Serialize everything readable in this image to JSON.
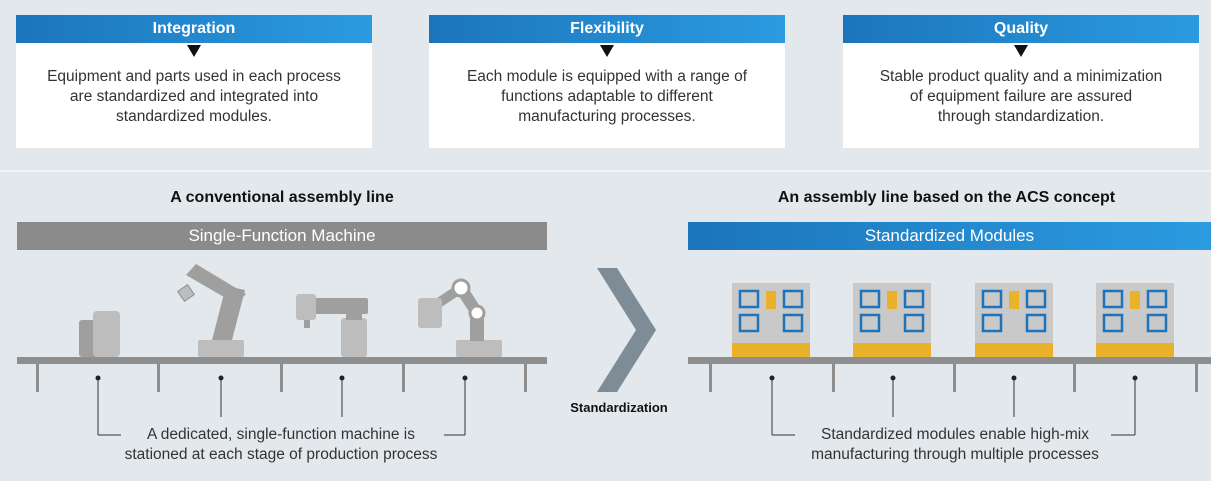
{
  "cards": [
    {
      "title": "Integration",
      "text_lines": [
        "Equipment and parts used in each process",
        "are standardized and integrated into",
        "standardized modules."
      ]
    },
    {
      "title": "Flexibility",
      "text_lines": [
        "Each module is equipped with a range of",
        "functions adaptable to different",
        "manufacturing processes."
      ]
    },
    {
      "title": "Quality",
      "text_lines": [
        "Stable product quality and a minimization",
        "of equipment failure are assured",
        "through standardization."
      ]
    }
  ],
  "conventional": {
    "title": "A conventional assembly line",
    "bar_label": "Single-Function Machine",
    "note_lines": [
      "A dedicated, single-function machine is",
      "stationed at each stage of production process"
    ]
  },
  "acs": {
    "title": "An assembly line based on the ACS concept",
    "bar_label": "Standardized Modules",
    "note_lines": [
      "Standardized modules enable high-mix",
      "manufacturing through multiple processes"
    ]
  },
  "transition_label": "Standardization",
  "colors": {
    "accent_blue": "#1c75bc",
    "module_yellow": "#e9b22a",
    "module_gray": "#c9c9c9",
    "machine_gray": "#b4b4b4",
    "line_gray": "#8e8e8e"
  }
}
